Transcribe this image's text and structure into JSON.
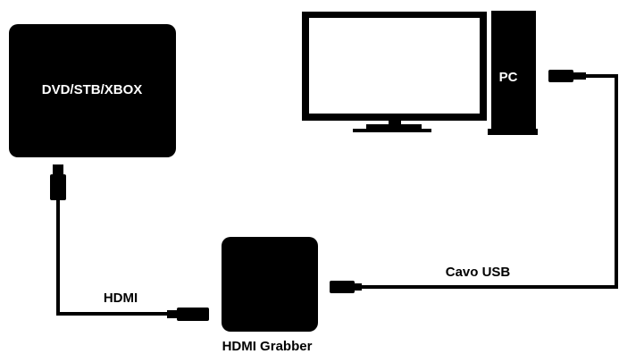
{
  "devices": {
    "source": {
      "label": "DVD/STB/XBOX"
    },
    "pc": {
      "label": "PC"
    },
    "grabber": {
      "label": "HDMI Grabber"
    }
  },
  "cables": {
    "hdmi": {
      "label": "HDMI"
    },
    "usb": {
      "label": "Cavo USB"
    }
  },
  "colors": {
    "ink": "#000000",
    "background": "#ffffff"
  }
}
